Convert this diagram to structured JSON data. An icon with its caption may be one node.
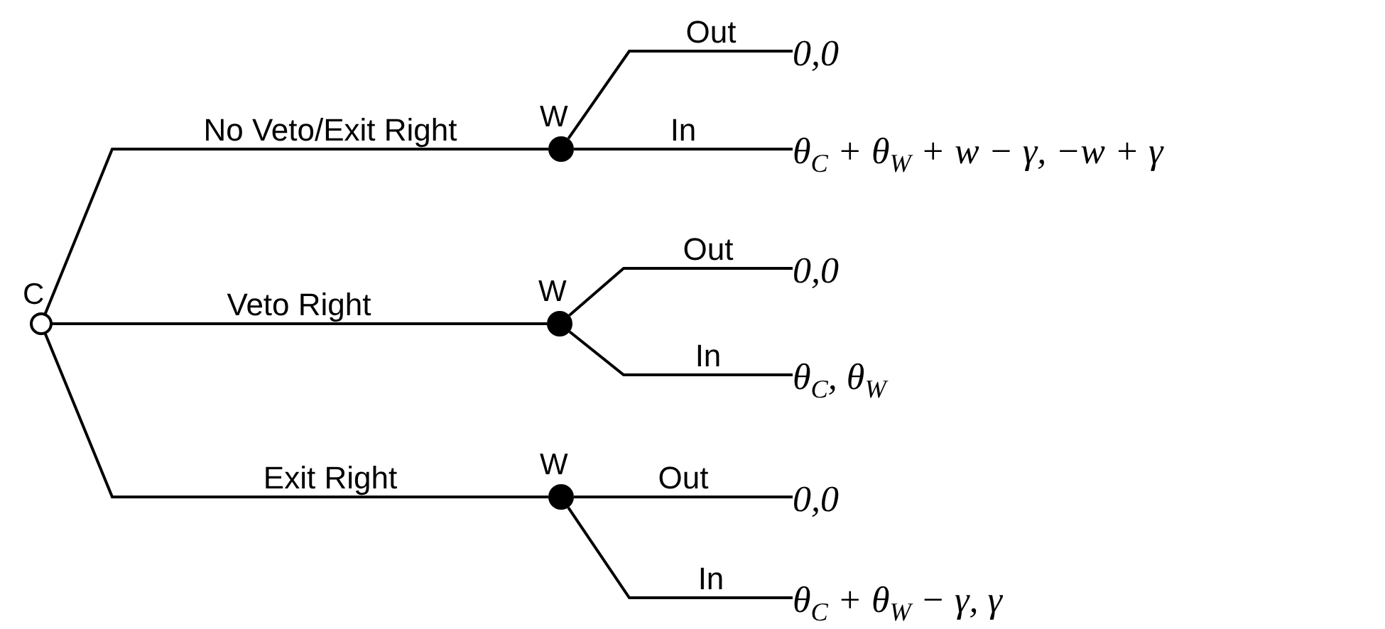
{
  "diagram": {
    "nodes": [
      {
        "text": [],
        "shape": "circle",
        "beside": [
          "C"
        ]
      },
      {
        "text": [],
        "shape": "dot",
        "beside": [
          "W"
        ]
      },
      {
        "text": [],
        "shape": "dot",
        "beside": [
          "W"
        ]
      },
      {
        "text": [],
        "shape": "dot",
        "beside": [
          "W"
        ]
      },
      {
        "text": [
          "0,0"
        ]
      },
      {
        "text": [
          "θ$_{C}$ + θ$_{W}$ + w − γ, −w + γ"
        ]
      },
      {
        "text": [
          "0,0"
        ]
      },
      {
        "text": [
          "θ$_{C}$, θ$_{W}$"
        ]
      },
      {
        "text": [
          "0,0"
        ]
      },
      {
        "text": [
          "θ$_{C}$ + θ$_{W}$ − γ, γ"
        ]
      }
    ],
    "edges": [
      {
        "from": 0,
        "to": 1,
        "arrow": "none",
        "label": "No Veto/Exit Right"
      },
      {
        "from": 0,
        "to": 2,
        "arrow": "none",
        "label": "Veto Right"
      },
      {
        "from": 0,
        "to": 3,
        "arrow": "none",
        "label": "Exit Right"
      },
      {
        "from": 1,
        "to": 4,
        "arrow": "none",
        "label": "Out"
      },
      {
        "from": 1,
        "to": 5,
        "arrow": "none",
        "label": "In"
      },
      {
        "from": 2,
        "to": 6,
        "arrow": "none",
        "label": "Out"
      },
      {
        "from": 2,
        "to": 7,
        "arrow": "none",
        "label": "In"
      },
      {
        "from": 3,
        "to": 8,
        "arrow": "none",
        "label": "Out"
      },
      {
        "from": 3,
        "to": 9,
        "arrow": "none",
        "label": "In"
      }
    ]
  }
}
